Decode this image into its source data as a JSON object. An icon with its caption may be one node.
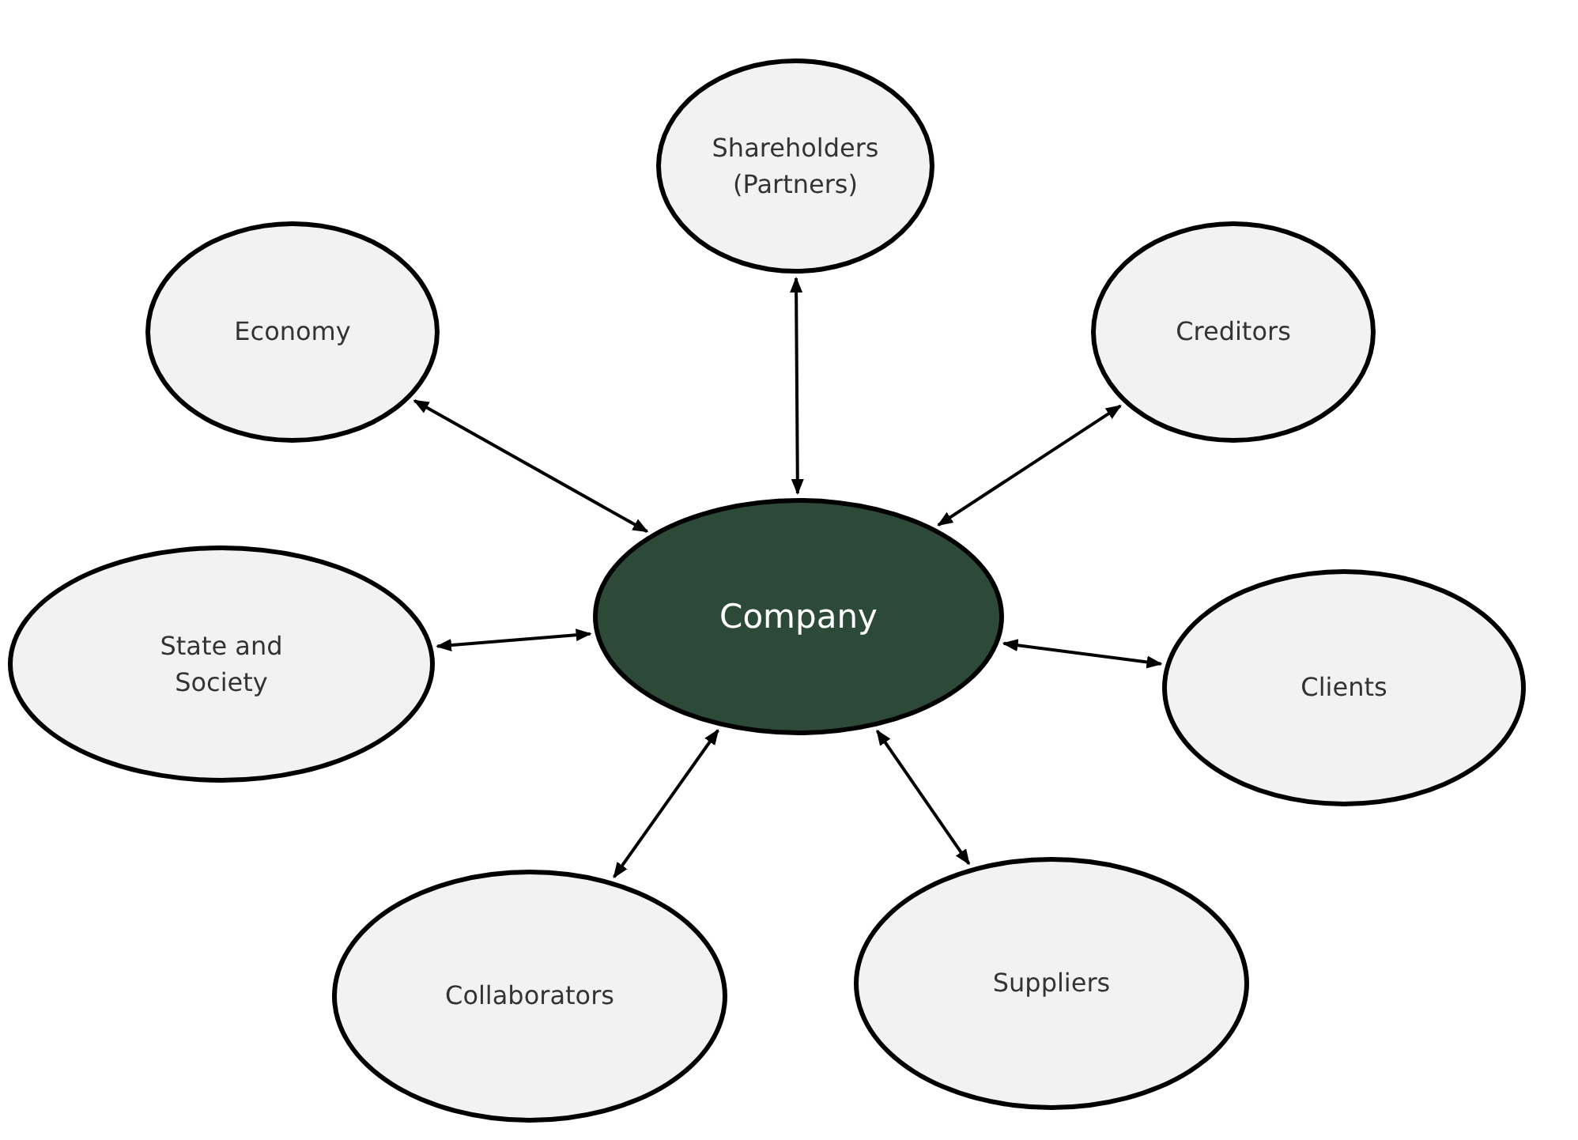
{
  "diagram": {
    "nodes": [
      {
        "text": [
          "Shareholders (Partners)"
        ]
      },
      {
        "text": [
          "Economy"
        ]
      },
      {
        "text": [
          "Creditors"
        ]
      },
      {
        "text": [
          "Company"
        ]
      },
      {
        "text": [
          "State and Society"
        ]
      },
      {
        "text": [
          "Clients"
        ]
      },
      {
        "text": [
          "Collaborators"
        ]
      },
      {
        "text": [
          "Suppliers"
        ]
      }
    ],
    "edges": [
      {
        "from": 3,
        "to": 0,
        "arrow": "both"
      },
      {
        "from": 3,
        "to": 1,
        "arrow": "both"
      },
      {
        "from": 3,
        "to": 2,
        "arrow": "both"
      },
      {
        "from": 3,
        "to": 4,
        "arrow": "both"
      },
      {
        "from": 3,
        "to": 5,
        "arrow": "both"
      },
      {
        "from": 3,
        "to": 6,
        "arrow": "both"
      },
      {
        "from": 3,
        "to": 7,
        "arrow": "both"
      }
    ]
  }
}
